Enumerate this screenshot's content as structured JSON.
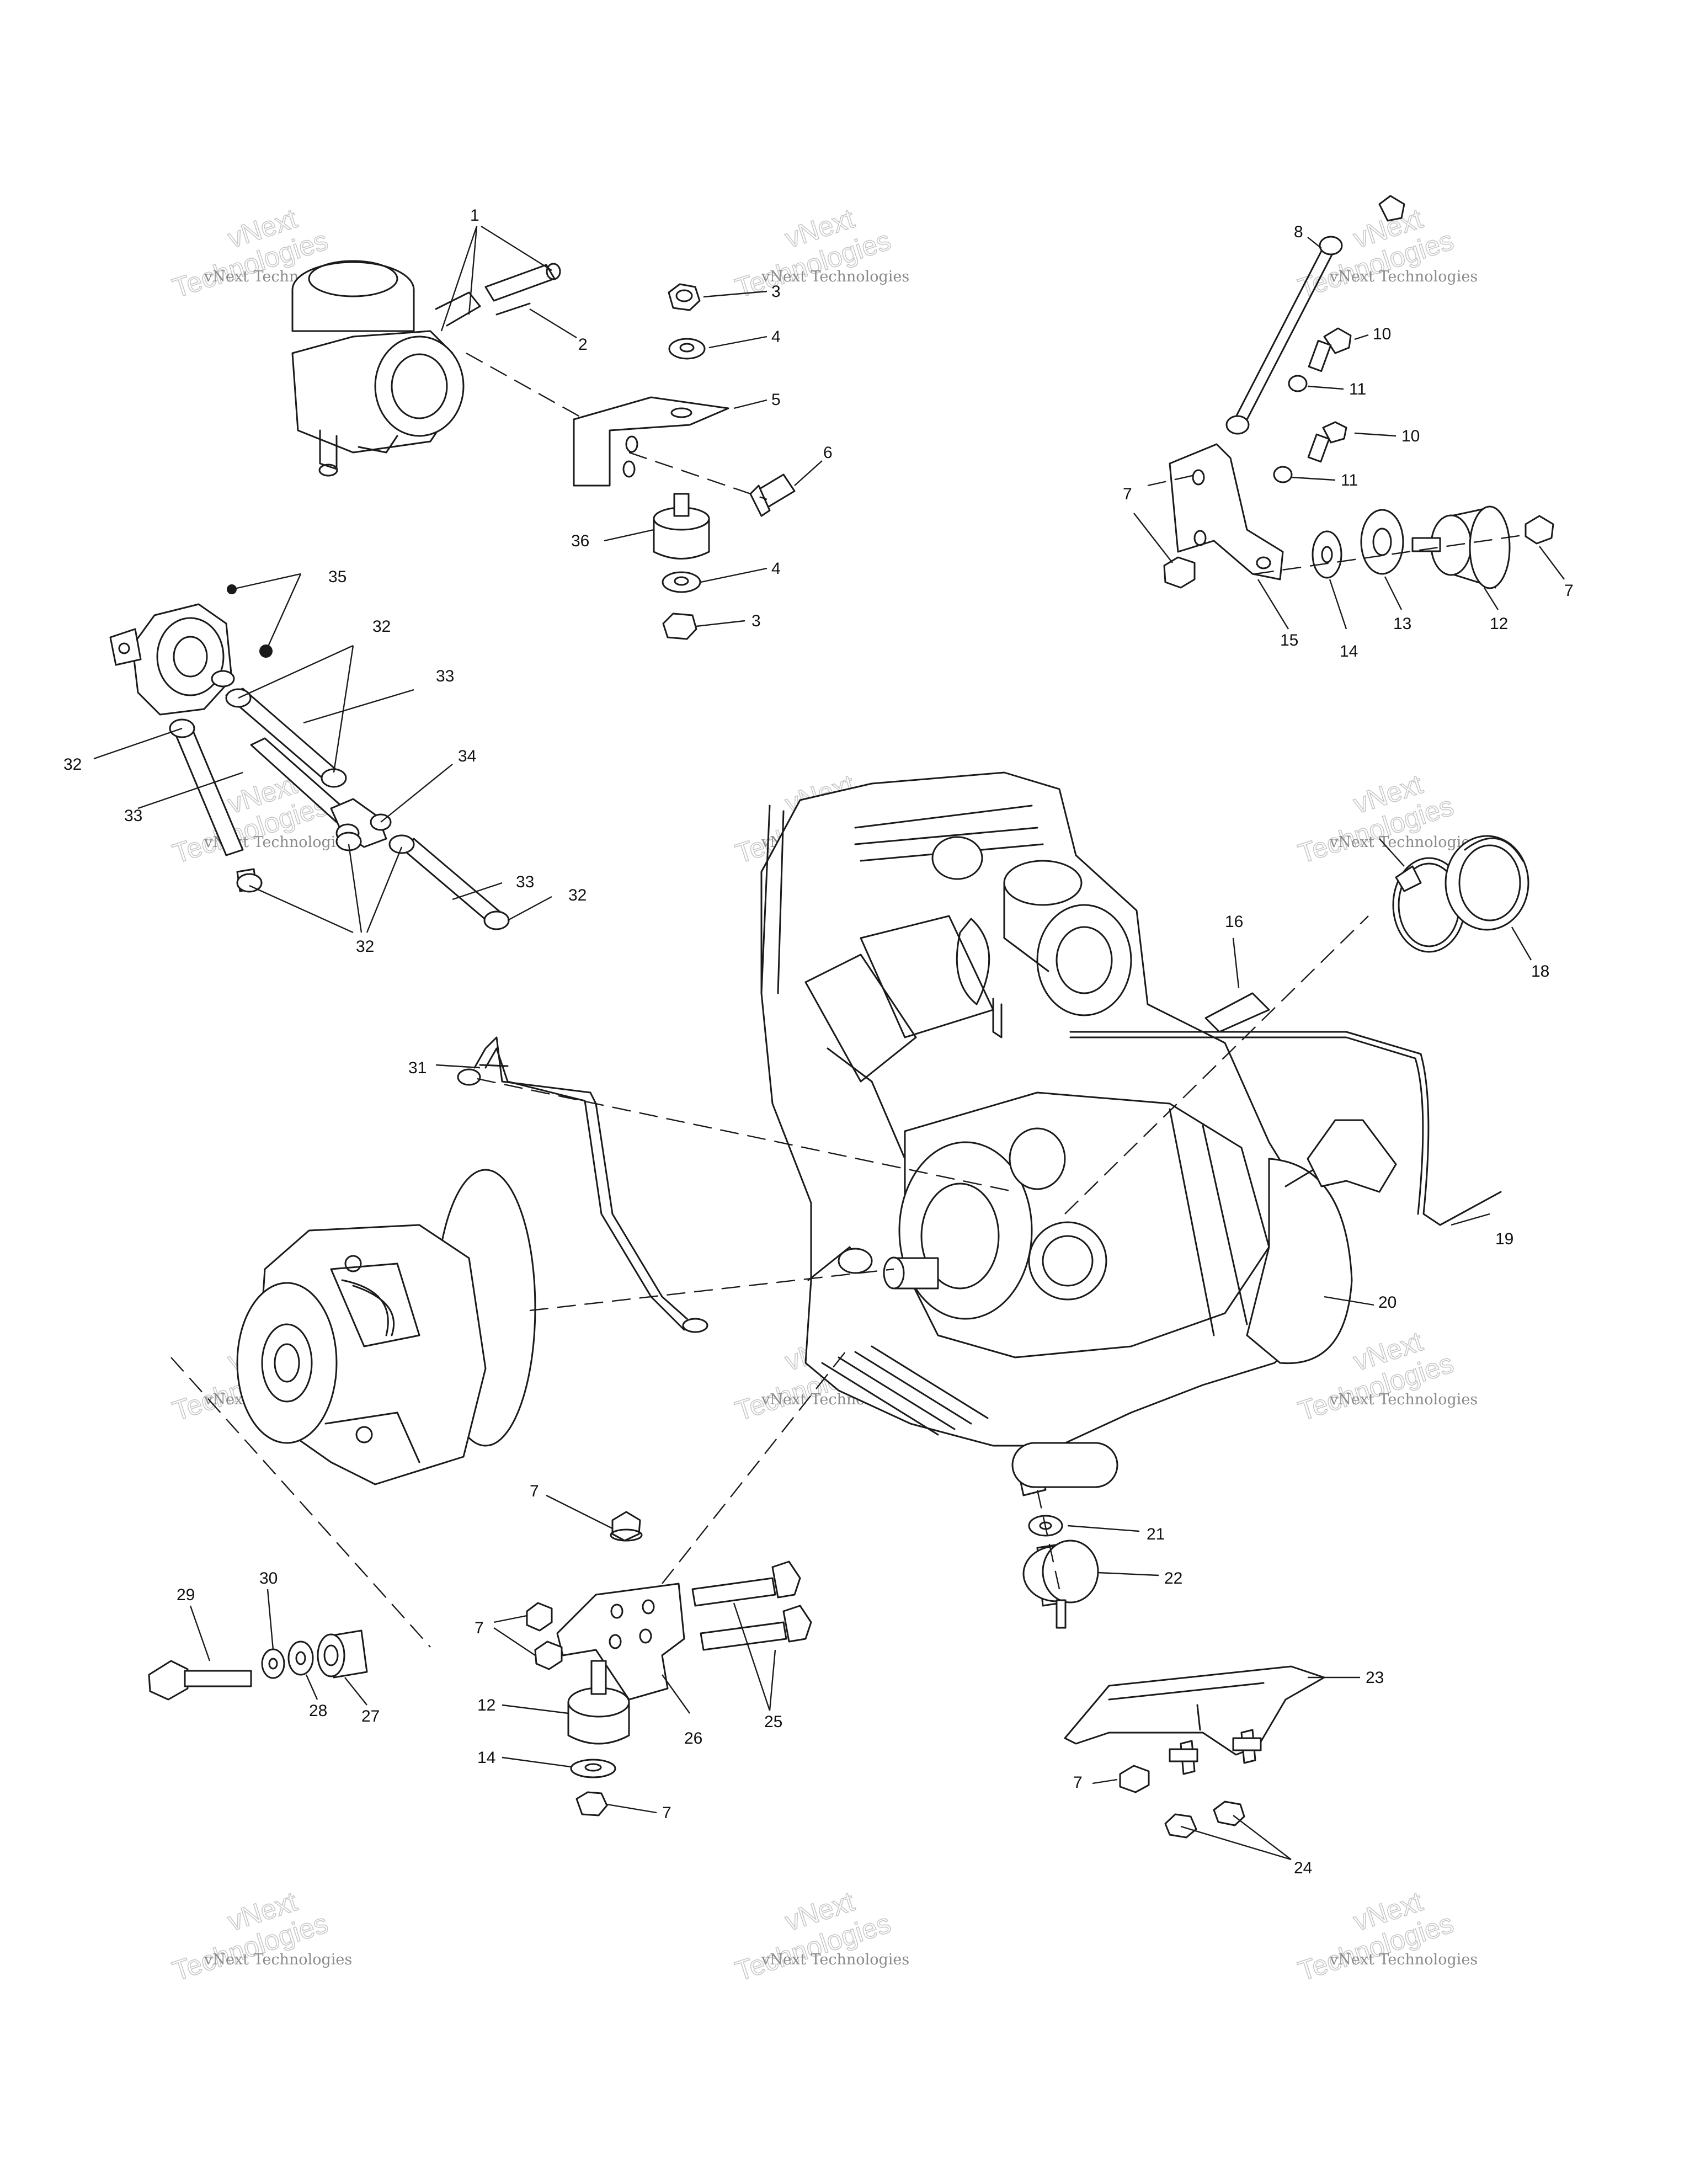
{
  "watermark": {
    "line_small": "vNext Technologies",
    "line_big_1": "vNext",
    "line_big_2": "Technologies"
  },
  "callouts": {
    "c1": "1",
    "c2": "2",
    "c3a": "3",
    "c3b": "3",
    "c4a": "4",
    "c4b": "4",
    "c5": "5",
    "c6": "6",
    "c7a": "7",
    "c7b": "7",
    "c7c": "7",
    "c7d": "7",
    "c7e": "7",
    "c7f": "7",
    "c8": "8",
    "c10a": "10",
    "c10b": "10",
    "c11a": "11",
    "c11b": "11",
    "c12a": "12",
    "c12b": "12",
    "c13": "13",
    "c14a": "14",
    "c14b": "14",
    "c15": "15",
    "c16": "16",
    "c18": "18",
    "c19": "19",
    "c20": "20",
    "c21": "21",
    "c22": "22",
    "c23": "23",
    "c24": "24",
    "c25": "25",
    "c26": "26",
    "c27": "27",
    "c28": "28",
    "c29": "29",
    "c30": "30",
    "c31": "31",
    "c32a": "32",
    "c32b": "32",
    "c32c": "32",
    "c32d": "32",
    "c33a": "33",
    "c33b": "33",
    "c33c": "33",
    "c34": "34",
    "c35": "35",
    "c36": "36"
  }
}
